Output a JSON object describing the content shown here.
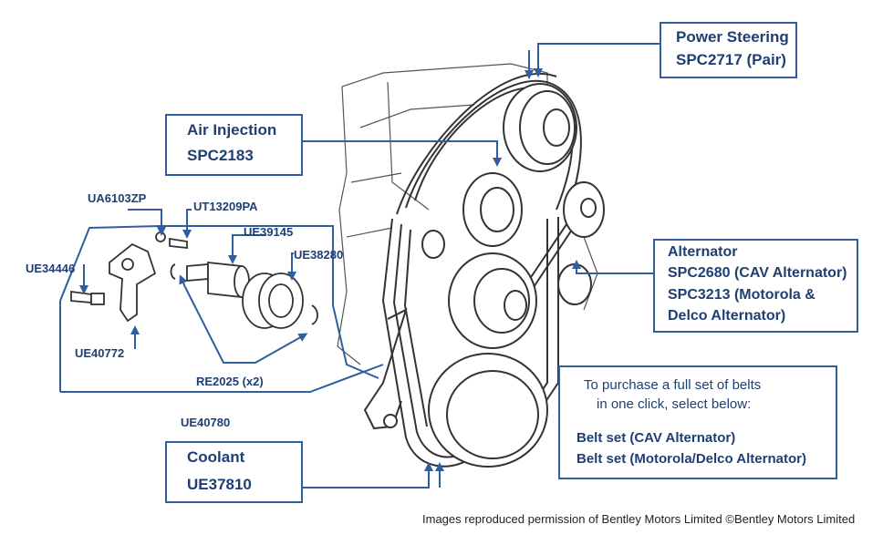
{
  "callouts": {
    "power_steering": {
      "title": "Power Steering",
      "code": "SPC2717 (Pair)"
    },
    "air_injection": {
      "title": "Air Injection",
      "code": "SPC2183"
    },
    "alternator": {
      "title": "Alternator",
      "line1": "SPC2680 (CAV Alternator)",
      "line2": "SPC3213 (Motorola &",
      "line3": "Delco Alternator)"
    },
    "coolant": {
      "title": "Coolant",
      "code": "UE37810"
    }
  },
  "parts": {
    "ua6103zp": "UA6103ZP",
    "ut13209pa": "UT13209PA",
    "ue39145": "UE39145",
    "ue38280": "UE38280",
    "ue34446": "UE34446",
    "ue40772": "UE40772",
    "re2025": "RE2025 (x2)",
    "ue40780": "UE40780"
  },
  "purchase_note": {
    "line1": "To purchase a full set of belts",
    "line2": "in one click, select below:",
    "belt_cav": "Belt set (CAV Alternator)",
    "belt_motorola": "Belt set (Motorola/Delco Alternator)"
  },
  "credit": "Images reproduced permission of Bentley Motors Limited ©Bentley Motors Limited",
  "colors": {
    "accent": "#2f5f9f",
    "text": "#1f3f73",
    "drawing": "#333333"
  }
}
